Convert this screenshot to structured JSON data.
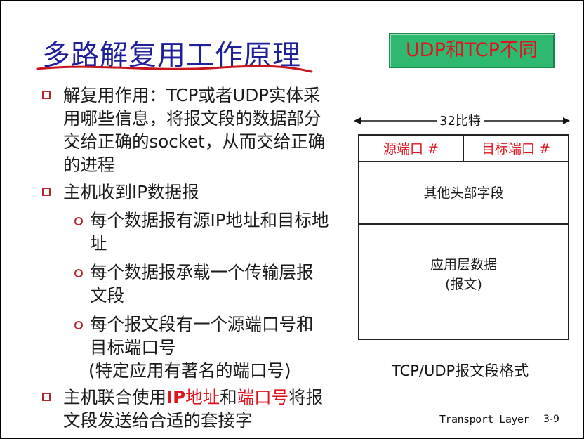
{
  "title": "多路解复用工作原理",
  "button_label": "UDP和TCP不同",
  "bullets": [
    {
      "lines": [
        "解复用作用：TCP或者UDP实体采",
        "用哪些信息，将报文段的数据部分",
        "交给正确的socket，从而交给正确",
        "的进程"
      ]
    },
    {
      "lines": [
        "主机收到IP数据报"
      ]
    }
  ],
  "sub_bullets": [
    {
      "lines": [
        "每个数据报有源IP地址和目标地",
        "址"
      ]
    },
    {
      "lines": [
        "每个数据报承载一个传输层报",
        "文段"
      ]
    },
    {
      "lines": [
        "每个报文段有一个源端口号和",
        "目标端口号"
      ]
    }
  ],
  "sub_note": "(特定应用有著名的端口号)",
  "last_bullet": {
    "part1": "主机联合使用",
    "ip": "IP",
    "addr": "地址",
    "and": "和",
    "port": "端口号",
    "part2": "将报",
    "line2": "文段发送给合适的套接字"
  },
  "diagram": {
    "width_label": "32比特",
    "src_port": "源端口 #",
    "dst_port": "目标端口 #",
    "other_headers": "其他头部字段",
    "app_data": "应用层数据",
    "app_data_sub": "(报文)",
    "caption": "TCP/UDP报文段格式"
  },
  "footer": {
    "chapter": "Transport Layer",
    "page": "3-9"
  },
  "colors": {
    "title": "#1f1f99",
    "accent_red": "#e0141e",
    "button_bg": "#2fb870",
    "bullet_marker": "#b0262c"
  }
}
